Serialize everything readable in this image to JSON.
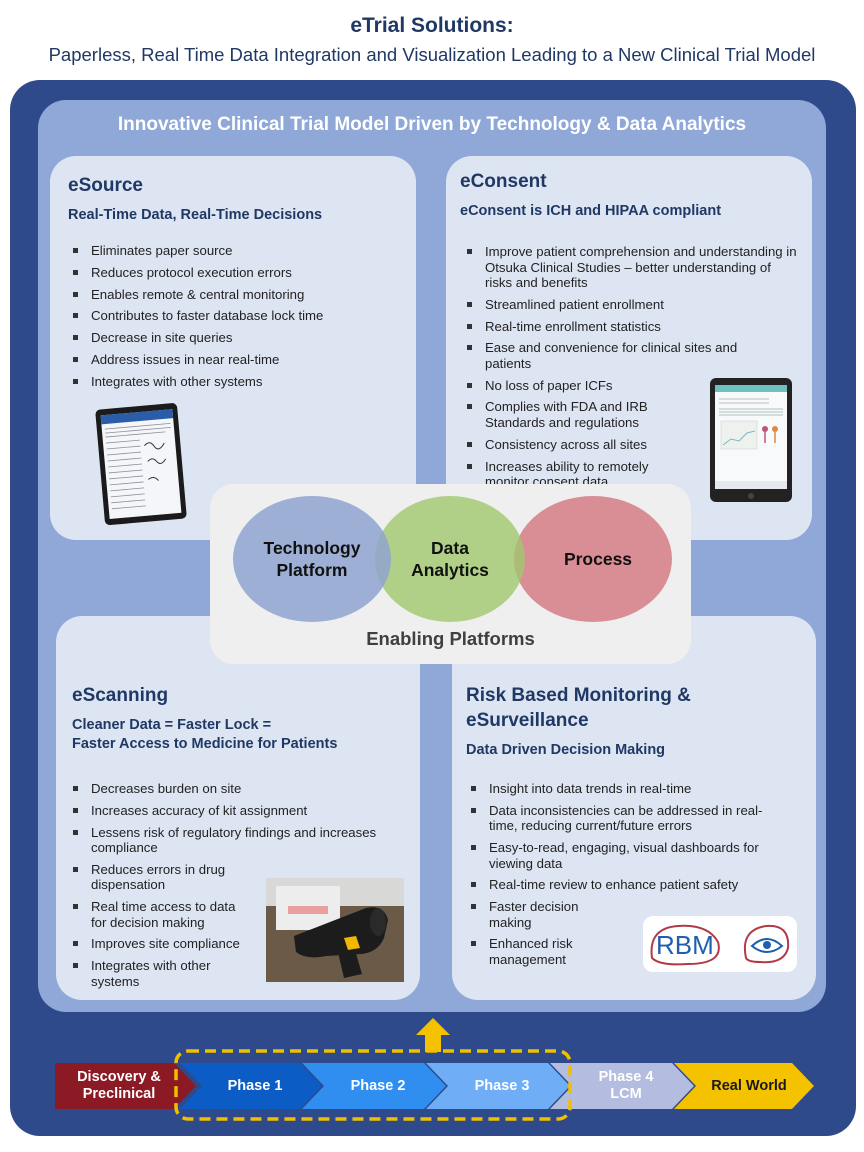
{
  "header": {
    "title": "eTrial Solutions:",
    "subtitle": "Paperless, Real Time Data Integration and Visualization  Leading to a New Clinical Trial Model"
  },
  "inner_title": "Innovative Clinical  Trial Model Driven by Technology & Data Analytics",
  "esource": {
    "title": "eSource",
    "subtitle": "Real-Time Data, Real-Time Decisions",
    "bullets": [
      "Eliminates paper source",
      "Reduces protocol execution errors",
      "Enables remote & central monitoring",
      "Contributes to faster database lock time",
      "Decrease in site queries",
      "Address issues in near real-time",
      "Integrates with other systems"
    ]
  },
  "econsent": {
    "title": "eConsent",
    "subtitle": "eConsent is ICH and HIPAA compliant",
    "bullets": [
      "Improve patient comprehension and understanding in Otsuka Clinical Studies – better understanding of risks and benefits",
      "Streamlined patient enrollment",
      "Real-time enrollment statistics",
      "Ease and convenience for clinical sites and patients",
      "No loss of paper ICFs",
      "Complies with FDA and IRB Standards and regulations",
      "Consistency across all sites",
      "Increases ability to remotely monitor consent data"
    ]
  },
  "enabling": {
    "circles": [
      "Technology Platform",
      "Data Analytics",
      "Process"
    ],
    "label": "Enabling Platforms"
  },
  "escanning": {
    "title": "eScanning",
    "subtitle_line1": "Cleaner Data = Faster Lock =",
    "subtitle_line2": "Faster Access to Medicine for Patients",
    "bullets": [
      "Decreases burden on site",
      "Increases accuracy of  kit assignment",
      "Lessens risk of regulatory findings and increases compliance",
      "Reduces errors in drug dispensation",
      "Real time access to data for decision making",
      "Improves site compliance",
      "Integrates with other systems"
    ]
  },
  "rbm": {
    "title_line1": "Risk Based Monitoring &",
    "title_line2": "eSurveillance",
    "subtitle": "Data Driven Decision Making",
    "bullets": [
      "Insight into data trends in real-time",
      "Data inconsistencies can be addressed in real-time, reducing current/future errors",
      "Easy-to-read, engaging, visual dashboards for viewing data",
      "Real-time review to enhance patient safety",
      "Faster decision making",
      "Enhanced risk management"
    ],
    "logo_text": "RBM"
  },
  "phases": [
    {
      "line1": "Discovery &",
      "line2": "Preclinical",
      "color": "#8b1a24"
    },
    {
      "line1": "Phase 1",
      "line2": "",
      "color": "#0b5cc4"
    },
    {
      "line1": "Phase 2",
      "line2": "",
      "color": "#2f8ef0"
    },
    {
      "line1": "Phase 3",
      "line2": "",
      "color": "#6faef7"
    },
    {
      "line1": "Phase 4",
      "line2": "LCM",
      "color": "#b4bde0"
    },
    {
      "line1": "Real World",
      "line2": "",
      "color": "#f5c200"
    }
  ],
  "colors": {
    "outer_panel": "#2f4a8a",
    "inner_panel": "#8fa8d8",
    "highlight_dash": "#f0c000"
  }
}
